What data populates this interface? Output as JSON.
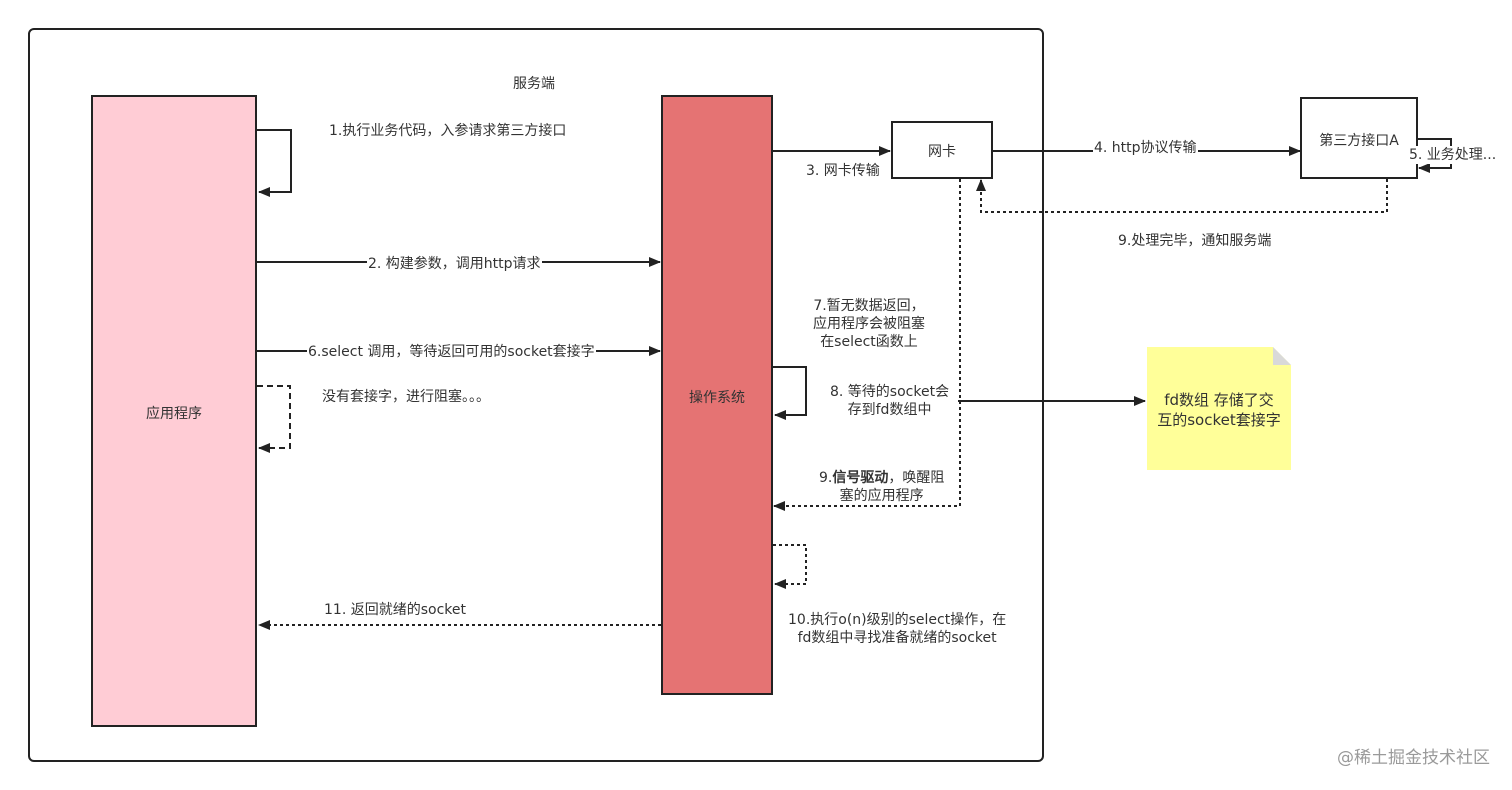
{
  "server_group": {
    "title": "服务端"
  },
  "nodes": {
    "app": {
      "label": "应用程序",
      "fill": "#ffccd5"
    },
    "os": {
      "label": "操作系统",
      "fill": "#e57373"
    },
    "nic": {
      "label": "网卡"
    },
    "third_party": {
      "label": "第三方接口A"
    }
  },
  "note": {
    "text_line1": "fd数组 存储了交",
    "text_line2": "互的socket套接字",
    "fill": "#ffff99"
  },
  "steps": {
    "s1": "1.执行业务代码，入参请求第三方接口",
    "s2": "2. 构建参数，调用http请求",
    "s3": "3. 网卡传输",
    "s4": "4. http协议传输",
    "s5": "5. 业务处理...",
    "s6": "6.select 调用，等待返回可用的socket套接字",
    "s6b": "没有套接字，进行阻塞。。。",
    "s7_line1": "7.暂无数据返回，",
    "s7_line2": "应用程序会被阻塞",
    "s7_line3": "在select函数上",
    "s8_line1": "8. 等待的socket会",
    "s8_line2": "存到fd数组中",
    "s9a": "9.处理完毕，通知服务端",
    "s9b_prefix": "9.",
    "s9b_bold": "信号驱动",
    "s9b_rest": "，唤醒阻",
    "s9b_line2": "塞的应用程序",
    "s10_line1": "10.执行o(n)级别的select操作，在",
    "s10_line2": "fd数组中寻找准备就绪的socket",
    "s11": "11. 返回就绪的socket"
  },
  "watermark": "@稀土掘金技术社区"
}
